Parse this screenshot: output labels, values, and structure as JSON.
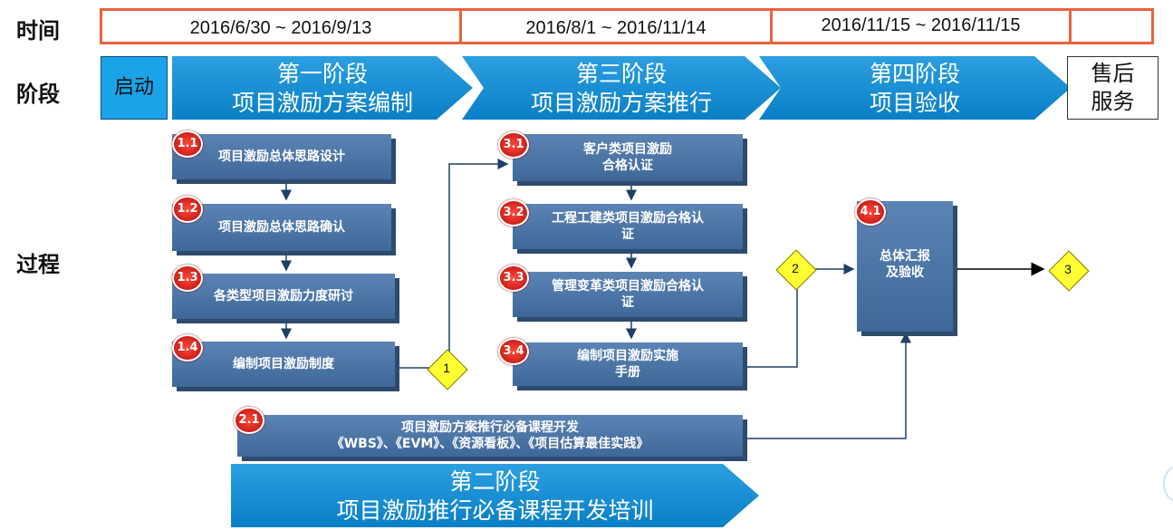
{
  "labels": {
    "time": "时间",
    "phase": "阶段",
    "process": "过程"
  },
  "time_ranges": [
    "2016/6/30 ~ 2016/9/13",
    "2016/8/1 ~ 2016/11/14",
    "2016/11/15 ~ 2016/11/15",
    ""
  ],
  "stages": {
    "start": "启动",
    "s1": {
      "line1": "第一阶段",
      "line2": "项目激励方案编制"
    },
    "s3": {
      "line1": "第三阶段",
      "line2": "项目激励方案推行"
    },
    "s4": {
      "line1": "第四阶段",
      "line2": "项目验收"
    },
    "after": {
      "line1": "售后",
      "line2": "服务"
    },
    "s2": {
      "line1": "第二阶段",
      "line2": "项目激励推行必备课程开发培训"
    }
  },
  "tasks": [
    {
      "id": "1.1",
      "text": "项目激励总体思路设计"
    },
    {
      "id": "1.2",
      "text": "项目激励总体思路确认"
    },
    {
      "id": "1.3",
      "text": "各类型项目激励力度研讨"
    },
    {
      "id": "1.4",
      "text": "编制项目激励制度"
    },
    {
      "id": "3.1",
      "line1": "客户类项目激励",
      "line2": "合格认证"
    },
    {
      "id": "3.2",
      "line1": "工程工建类项目激励合格认",
      "line2": "证"
    },
    {
      "id": "3.3",
      "line1": "管理变革类项目激励合格认",
      "line2": "证"
    },
    {
      "id": "3.4",
      "line1": "编制项目激励实施",
      "line2": "手册"
    },
    {
      "id": "4.1",
      "line1": "总体汇报",
      "line2": "及验收"
    },
    {
      "id": "2.1",
      "line1": "项目激励方案推行必备课程开发",
      "line2": "《WBS》、《EVM》、《资源看板》、《项目估算最佳实践》"
    }
  ],
  "milestones": [
    "1",
    "2",
    "3"
  ],
  "colors": {
    "time_border": "#e8623e",
    "stage_blue": "#0b7fc6",
    "box_blue": "#4f78aa",
    "badge_red": "#d81e1e",
    "milestone_yellow": "#ffff33"
  }
}
